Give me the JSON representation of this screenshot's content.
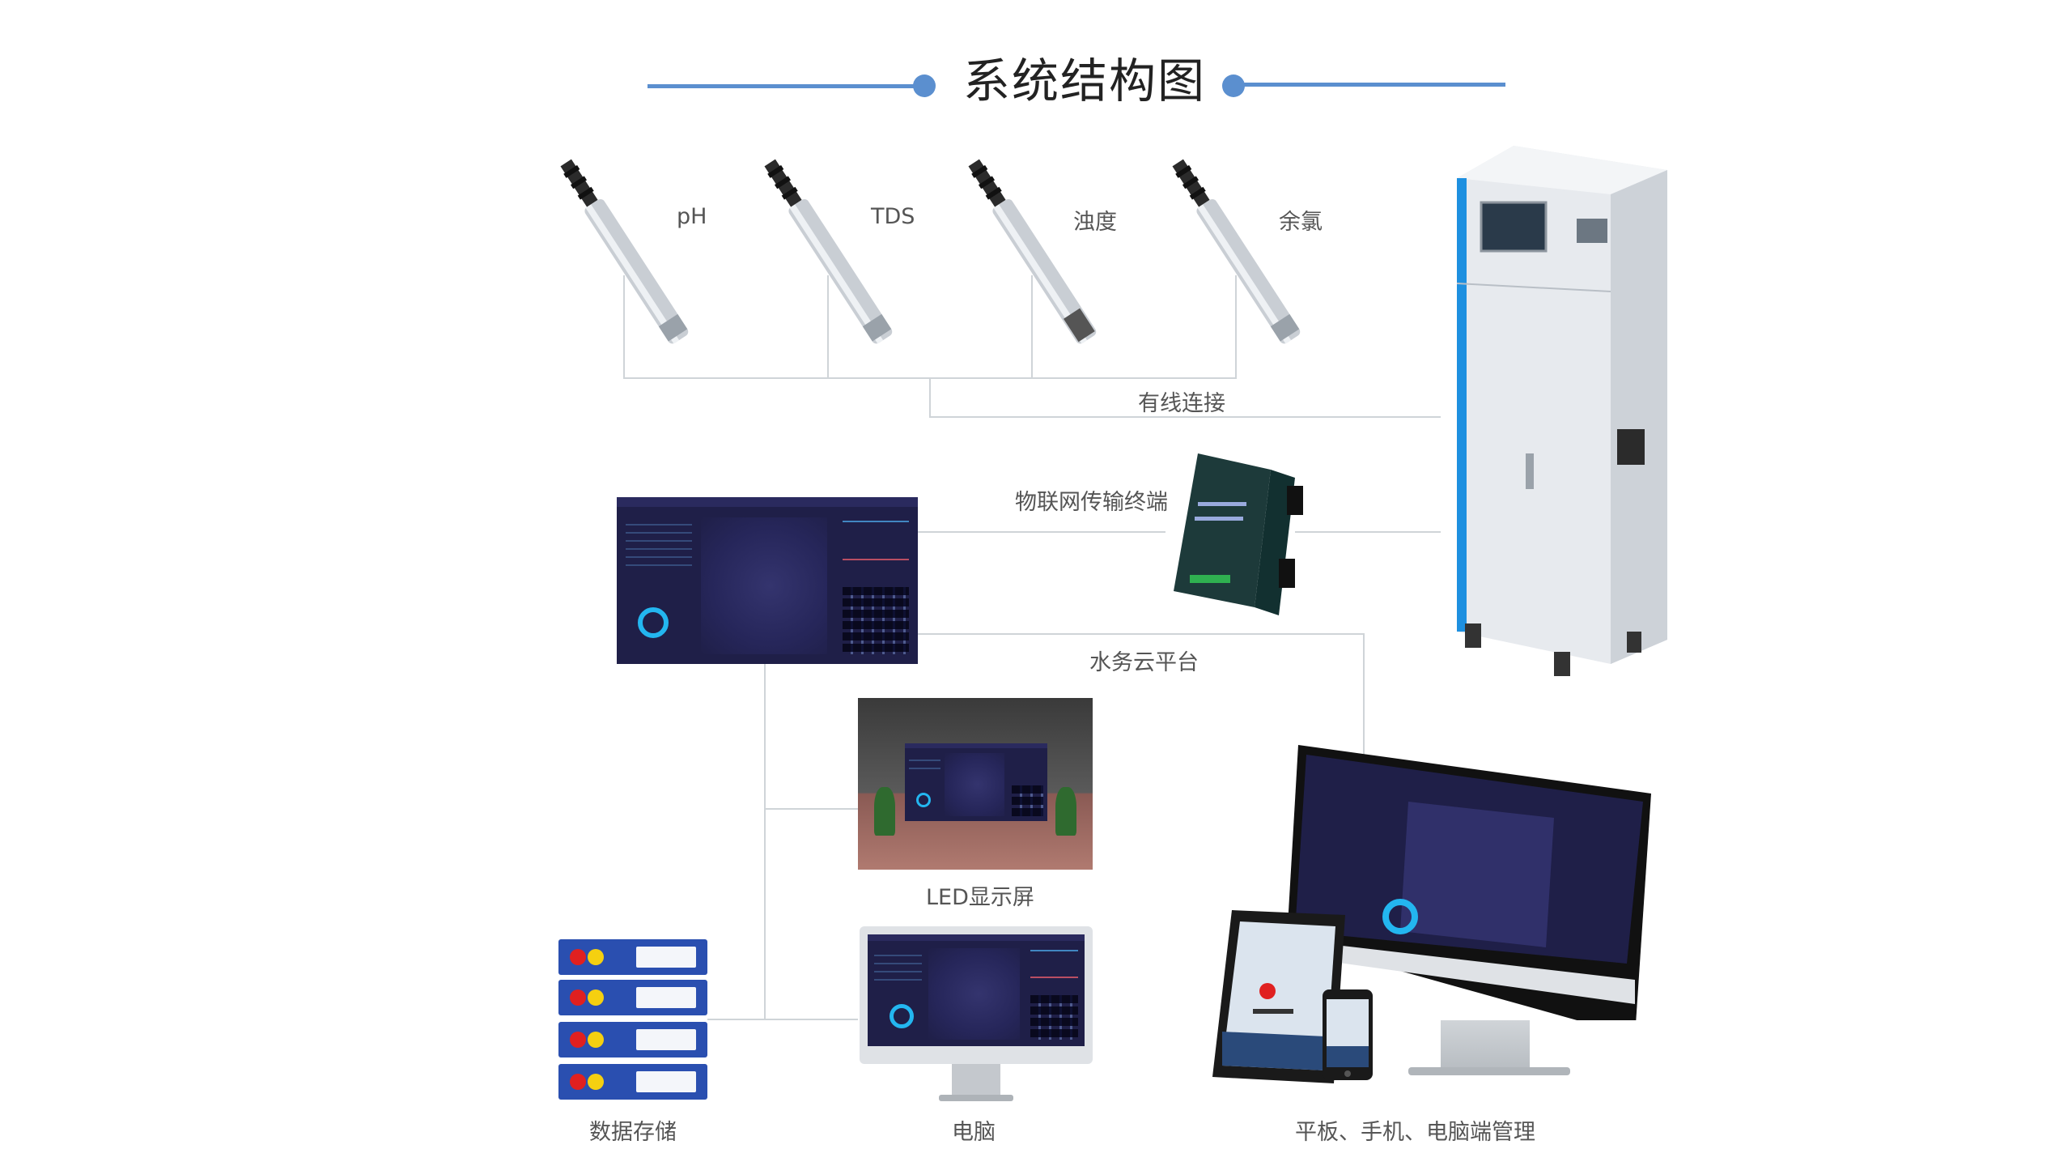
{
  "title": "系统结构图",
  "sensors": [
    {
      "label": "pH"
    },
    {
      "label": "TDS"
    },
    {
      "label": "浊度"
    },
    {
      "label": "余氯"
    }
  ],
  "labels": {
    "wired": "有线连接",
    "iot_terminal": "物联网传输终端",
    "cloud": "水务云平台",
    "led": "LED显示屏",
    "storage": "数据存储",
    "computer": "电脑",
    "devices": "平板、手机、电脑端管理"
  },
  "colors": {
    "title_accent": "#5b8fcf",
    "connector": "#cfd4d8",
    "dashboard_bg": "#1f1f48",
    "cabinet_stripe": "#1e90e0",
    "server_blue": "#2a4fb0"
  }
}
